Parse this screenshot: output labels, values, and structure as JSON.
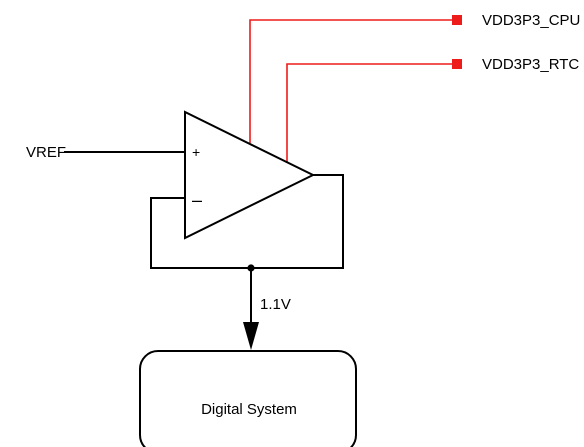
{
  "supplies": {
    "cpu": "VDD3P3_CPU",
    "rtc": "VDD3P3_RTC"
  },
  "input_label": "VREF",
  "opamp": {
    "plus": "+",
    "minus": "–"
  },
  "output_voltage": "1.1V",
  "block_label": "Digital System",
  "colors": {
    "wire": "#000000",
    "supply_rail": "#ee1b1b",
    "supply_pad": "#ee1b1b"
  }
}
